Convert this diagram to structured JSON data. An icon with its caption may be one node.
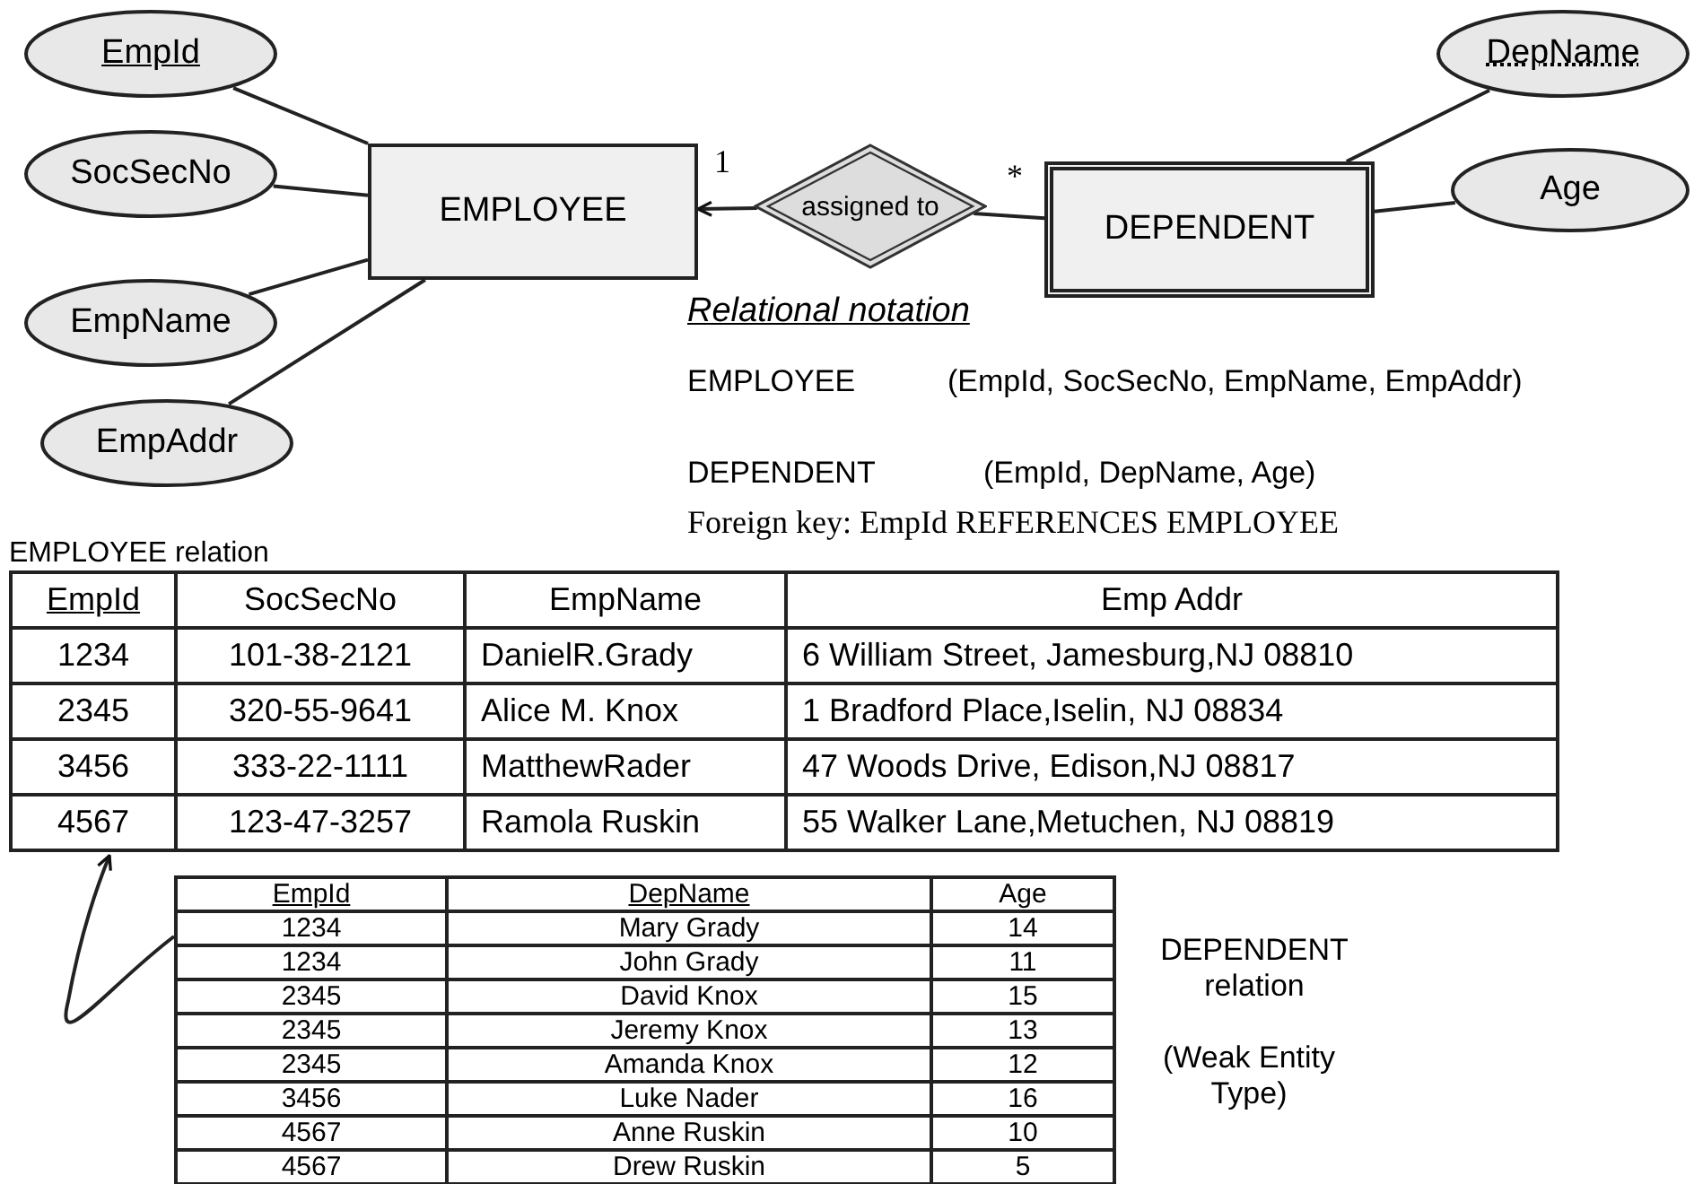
{
  "diagram": {
    "nodes": [
      {
        "text": [
          "EmpId"
        ]
      },
      {
        "text": [
          "SocSecNo"
        ]
      },
      {
        "text": [
          "EmpName"
        ]
      },
      {
        "text": [
          "EmpAddr"
        ]
      },
      {
        "text": [
          "EMPLOYEE"
        ]
      },
      {
        "text": [
          "assigned to"
        ]
      },
      {
        "text": [
          "DEPENDENT"
        ]
      },
      {
        "text": [
          "DepName"
        ]
      },
      {
        "text": [
          "Age"
        ]
      },
      {
        "text": [
          "EMPLOYEE relation"
        ]
      },
      {
        "text": [],
        "shape": "box",
        "beside": [
          "DEPENDENT relation",
          "(Weak Entity Type)"
        ]
      }
    ],
    "edges": [
      {
        "from": 0,
        "to": 4,
        "arrow": "none"
      },
      {
        "from": 1,
        "to": 4,
        "arrow": "none"
      },
      {
        "from": 2,
        "to": 4,
        "arrow": "none"
      },
      {
        "from": 3,
        "to": 4,
        "arrow": "none"
      },
      {
        "from": 5,
        "to": 4,
        "arrow": "to",
        "label": "1"
      },
      {
        "from": 5,
        "to": 6,
        "arrow": "none",
        "label": "*"
      },
      {
        "from": 6,
        "to": 7,
        "arrow": "none"
      },
      {
        "from": 6,
        "to": 8,
        "arrow": "none"
      },
      {
        "from": 10,
        "to": 9,
        "arrow": "to"
      }
    ],
    "labels": [
      "Relational notation",
      "EMPLOYEE",
      "(EmpId, SocSecNo, EmpName, EmpAddr)",
      "DEPENDENT",
      "(EmpId, DepName, Age)",
      "Foreign key: EmpId REFERENCES EMPLOYEE",
      "EmpId",
      "SocSecNo",
      "EmpName",
      "Emp Addr",
      "1234",
      "101-38-2121",
      "DanielR.Grady",
      "6 William Street, Jamesburg,NJ 08810",
      "2345",
      "320-55-9641",
      "Alice M. Knox",
      "1 Bradford Place,Iselin, NJ 08834",
      "3456",
      "333-22-1111",
      "MatthewRader",
      "47 Woods Drive, Edison,NJ 08817",
      "4567",
      "123-47-3257",
      "Ramola Ruskin",
      "55 Walker Lane,Metuchen, NJ 08819",
      "EmpId",
      "DepName",
      "Age",
      "1234",
      "Mary Grady",
      "14",
      "1234",
      "John Grady",
      "11",
      "2345",
      "David Knox",
      "15",
      "2345",
      "Jeremy Knox",
      "13",
      "2345",
      "Amanda Knox",
      "12",
      "3456",
      "Luke Nader",
      "16",
      "4567",
      "Anne Ruskin",
      "10",
      "4567",
      "Drew Ruskin",
      "5"
    ]
  }
}
